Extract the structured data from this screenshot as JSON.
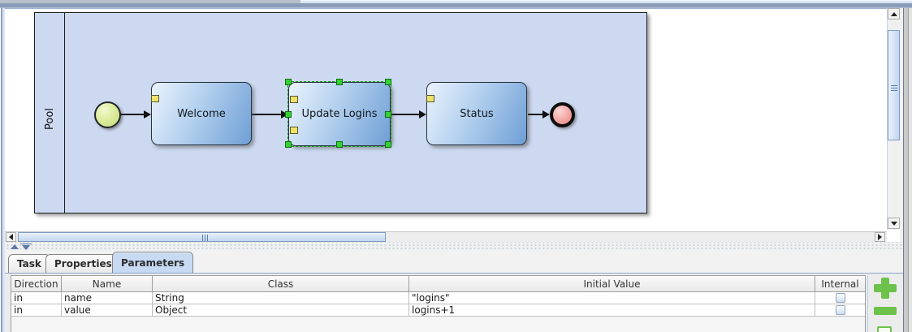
{
  "canvas": {
    "pool_label": "Pool",
    "tasks": [
      {
        "label": "Welcome",
        "selected": false
      },
      {
        "label": "Update Logins",
        "selected": true
      },
      {
        "label": "Status",
        "selected": false
      }
    ],
    "events": [
      {
        "name": "start-event"
      },
      {
        "name": "end-event"
      }
    ]
  },
  "panel": {
    "tabs": [
      {
        "label": "Task",
        "selected": false
      },
      {
        "label": "Properties",
        "selected": false
      },
      {
        "label": "Parameters",
        "selected": true
      }
    ],
    "table": {
      "columns": [
        "Direction",
        "Name",
        "Class",
        "Initial Value",
        "Internal"
      ],
      "rows": [
        {
          "direction": "in",
          "name": "name",
          "class": "String",
          "initial_value": "\"logins\"",
          "internal_checked": false
        },
        {
          "direction": "in",
          "name": "value",
          "class": "Object",
          "initial_value": "logins+1",
          "internal_checked": false
        }
      ]
    },
    "actions": [
      {
        "name": "add-parameter"
      },
      {
        "name": "remove-parameter"
      }
    ]
  },
  "colors": {
    "accent_green": "#6cc24a",
    "selection_green": "#35d235",
    "pool_fill": "#ccd9f1",
    "task_gradient_end": "#6f9fd6",
    "start_event_fill": "#dcec9d",
    "end_event_fill": "#f2a29e",
    "selected_tab_bg": "#c8daf3"
  }
}
